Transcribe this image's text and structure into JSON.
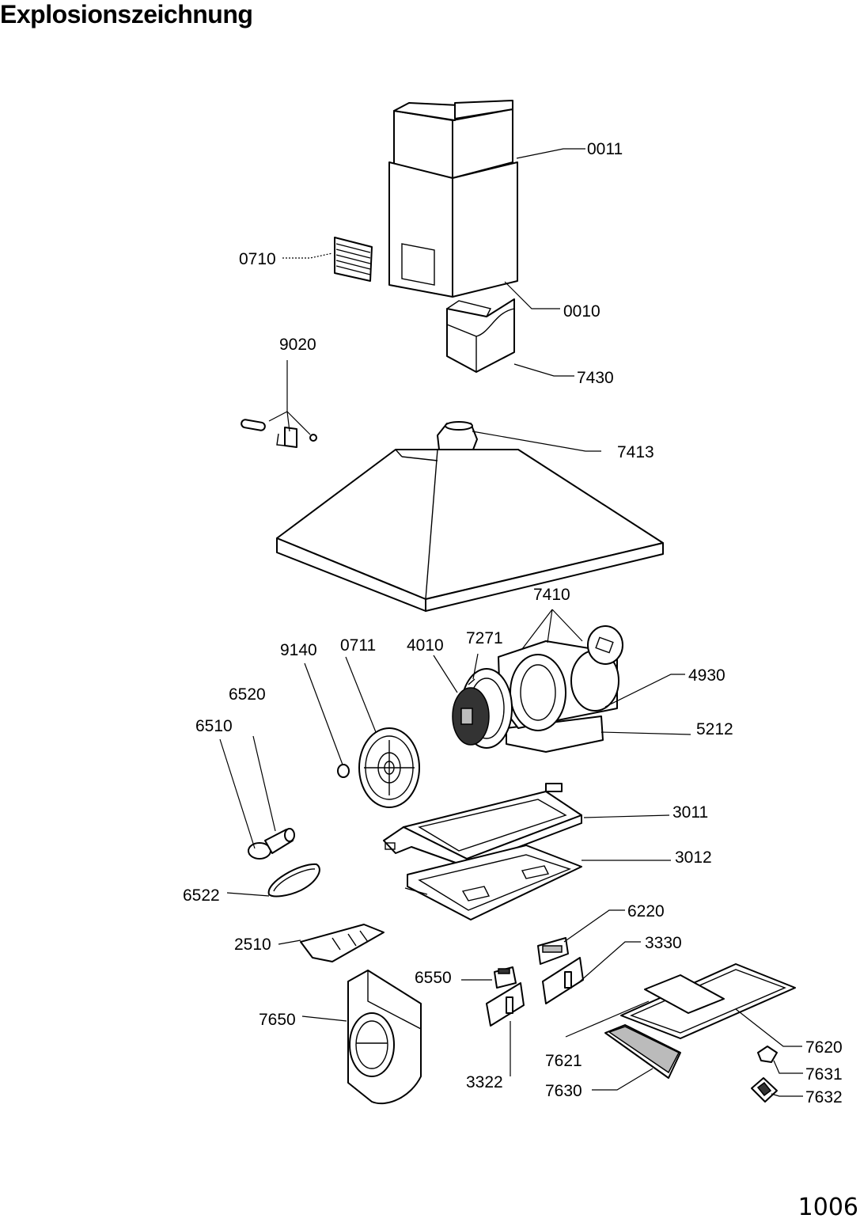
{
  "title": "Explosionszeichnung",
  "page_number": "1006",
  "parts": {
    "p0011": "0011",
    "p0010": "0010",
    "p0710": "0710",
    "p7430": "7430",
    "p9020": "9020",
    "p7413": "7413",
    "p7410": "7410",
    "p9140": "9140",
    "p0711": "0711",
    "p4010": "4010",
    "p7271": "7271",
    "p4930": "4930",
    "p6520": "6520",
    "p6510": "6510",
    "p5212": "5212",
    "p3011": "3011",
    "p3012": "3012",
    "p6522": "6522",
    "p6220": "6220",
    "p3330": "3330",
    "p2510": "2510",
    "p6550": "6550",
    "p7650": "7650",
    "p7620": "7620",
    "p7621": "7621",
    "p7631": "7631",
    "p3322": "3322",
    "p7630": "7630",
    "p7632": "7632"
  }
}
